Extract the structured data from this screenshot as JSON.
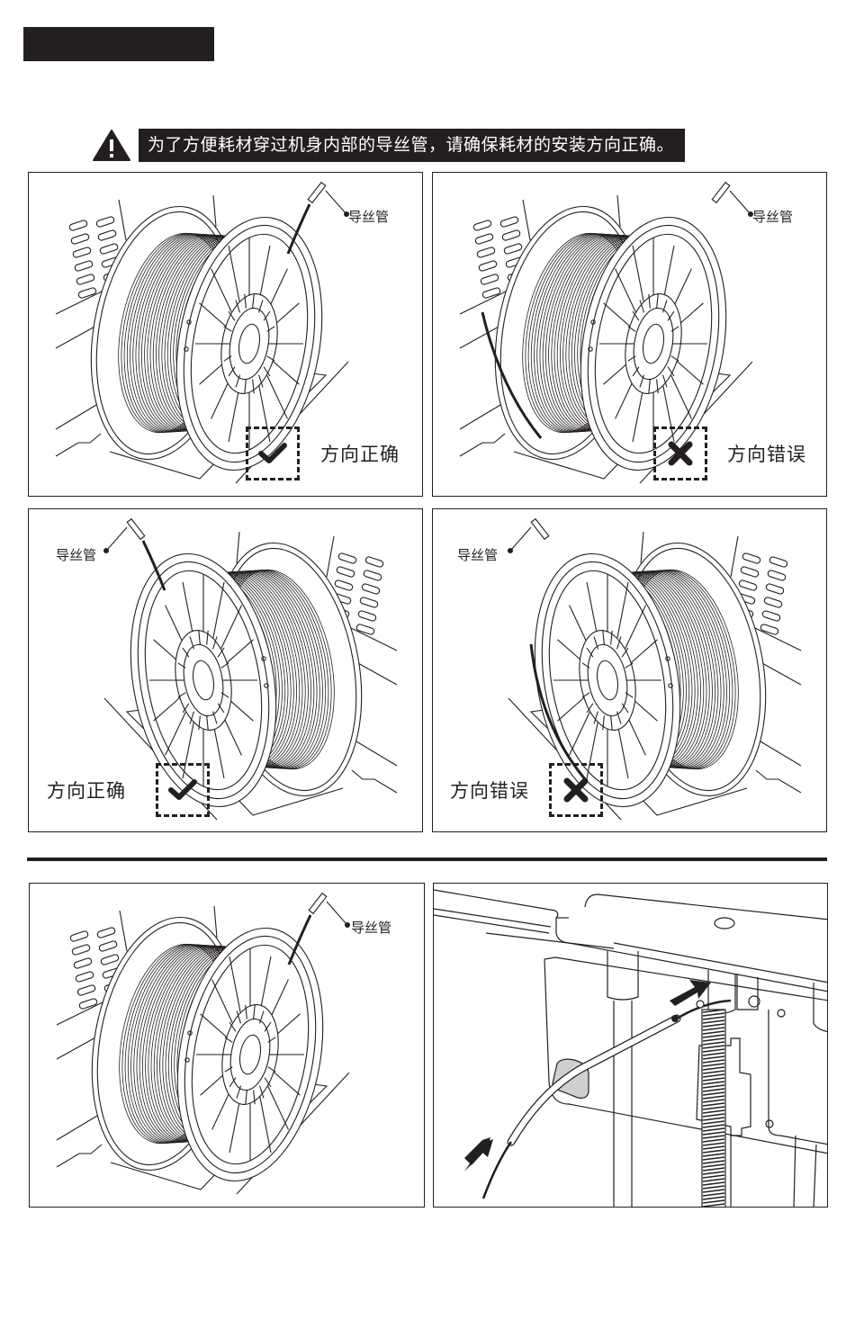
{
  "header": {
    "bar_color": "#231f20"
  },
  "warning": {
    "icon": "warning-triangle-icon",
    "text": "为了方便耗材穿过机身内部的导丝管，请确保耗材的安装方向正确。"
  },
  "panels": [
    {
      "id": "top-left",
      "tube_label": "导丝管",
      "verdict": "correct",
      "verdict_text": "方向正确",
      "verdict_icon": "checkmark-icon"
    },
    {
      "id": "top-right",
      "tube_label": "导丝管",
      "verdict": "wrong",
      "verdict_text": "方向错误",
      "verdict_icon": "cross-icon"
    },
    {
      "id": "middle-left",
      "tube_label": "导丝管",
      "verdict": "correct",
      "verdict_text": "方向正确",
      "verdict_icon": "checkmark-icon"
    },
    {
      "id": "middle-right",
      "tube_label": "导丝管",
      "verdict": "wrong",
      "verdict_text": "方向错误",
      "verdict_icon": "cross-icon"
    },
    {
      "id": "bottom-left",
      "tube_label": "导丝管"
    },
    {
      "id": "bottom-right"
    }
  ],
  "colors": {
    "ink": "#231f20",
    "paper": "#ffffff"
  }
}
